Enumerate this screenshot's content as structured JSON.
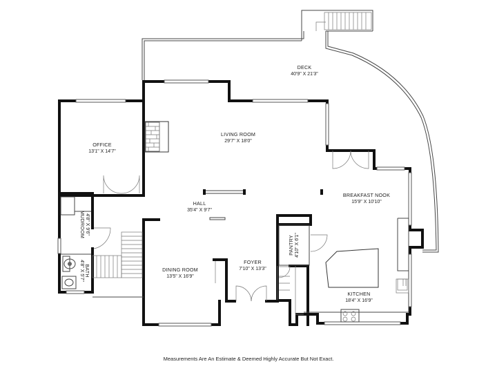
{
  "rooms": {
    "deck": {
      "name": "DECK",
      "dims": "40'9\" X 21'3\""
    },
    "living": {
      "name": "LIVING ROOM",
      "dims": "29'7\" X 18'0\""
    },
    "office": {
      "name": "OFFICE",
      "dims": "13'1\" X 14'7\""
    },
    "hall": {
      "name": "HALL",
      "dims": "35'4\" X 9'7\""
    },
    "breakfast": {
      "name": "BREAKFAST NOOK",
      "dims": "15'9\" X 10'10\""
    },
    "mudroom": {
      "name": "MUDROOM",
      "dims": "4'8\" X 9'6\""
    },
    "bath": {
      "name": "BATH",
      "dims": "4'8\" X 5'7\""
    },
    "pantry": {
      "name": "PANTRY",
      "dims": "4'10\" X 6'1\""
    },
    "dining": {
      "name": "DINING ROOM",
      "dims": "13'5\" X 16'9\""
    },
    "foyer": {
      "name": "FOYER",
      "dims": "7'10\" X 13'3\""
    },
    "kitchen": {
      "name": "KITCHEN",
      "dims": "18'4\" X 16'9\""
    }
  },
  "footer": "Measurements Are An Estimate & Deemed Highly Accurate But Not Exact."
}
